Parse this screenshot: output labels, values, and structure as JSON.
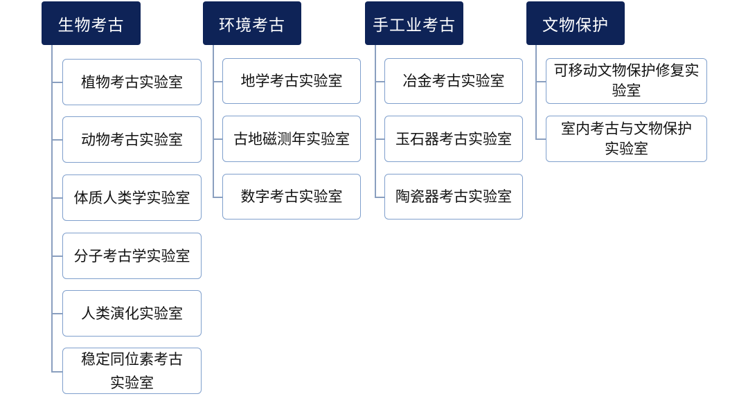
{
  "categories": [
    {
      "title": "生物考古",
      "items": [
        "植物考古实验室",
        "动物考古实验室",
        "体质人类学实验室",
        "分子考古学实验室",
        "人类演化实验室",
        "稳定同位素考古实验室"
      ]
    },
    {
      "title": "环境考古",
      "items": [
        "地学考古实验室",
        "古地磁测年实验室",
        "数字考古实验室"
      ]
    },
    {
      "title": "手工业考古",
      "items": [
        "冶金考古实验室",
        "玉石器考古实验室",
        "陶瓷器考古实验室"
      ]
    },
    {
      "title": "文物保护",
      "items": [
        "可移动文物保护修复实验室",
        "室内考古与文物保护实验室"
      ]
    }
  ]
}
